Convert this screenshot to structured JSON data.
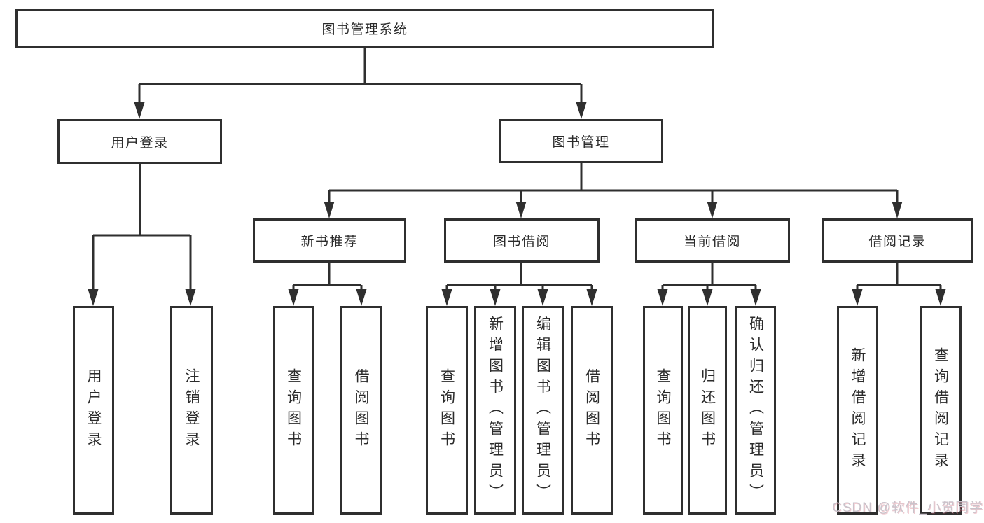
{
  "diagram": {
    "root": {
      "label": "图书管理系统"
    },
    "branches": [
      {
        "label": "用户登录",
        "children": [
          {
            "label": "用户登录"
          },
          {
            "label": "注销登录"
          }
        ]
      },
      {
        "label": "图书管理",
        "children": [
          {
            "label": "新书推荐",
            "children": [
              {
                "label": "查询图书"
              },
              {
                "label": "借阅图书"
              }
            ]
          },
          {
            "label": "图书借阅",
            "children": [
              {
                "label": "查询图书"
              },
              {
                "label": "新增图书（管理员）"
              },
              {
                "label": "编辑图书（管理员）"
              },
              {
                "label": "借阅图书"
              }
            ]
          },
          {
            "label": "当前借阅",
            "children": [
              {
                "label": "查询图书"
              },
              {
                "label": "归还图书"
              },
              {
                "label": "确认归还（管理员）"
              }
            ]
          },
          {
            "label": "借阅记录",
            "children": [
              {
                "label": "新增借阅记录"
              },
              {
                "label": "查询借阅记录"
              }
            ]
          }
        ]
      }
    ]
  },
  "watermark": {
    "text": "CSDN @软件_小贺同学"
  },
  "colors": {
    "line": "#2f2f2f",
    "text": "#2b2b2b",
    "background": "#ffffff",
    "watermark": "#c9c3cb"
  }
}
